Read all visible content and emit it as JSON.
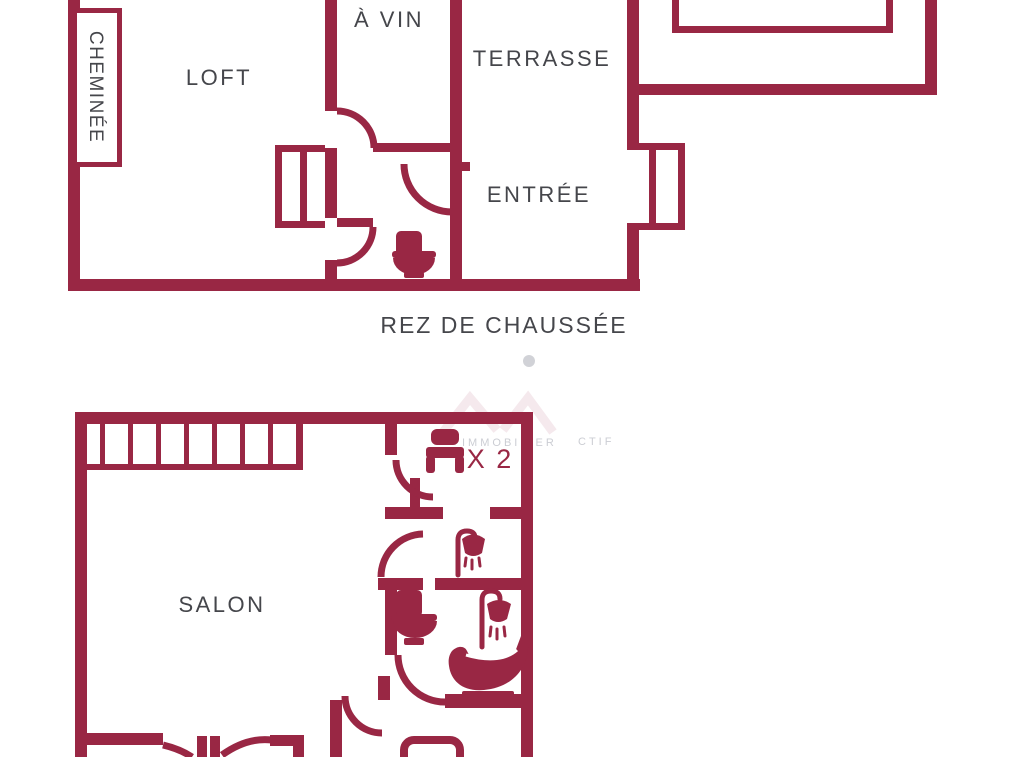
{
  "colors": {
    "wall": "#992744",
    "label": "#45464b",
    "caption": "#45464b",
    "watermark": "#bfc1c9",
    "watermark_pink": "#c9849b",
    "background": "#ffffff"
  },
  "ground_floor": {
    "caption": "REZ DE CHAUSSÉE",
    "room_labels": {
      "cheminee": "CHEMINÉE",
      "cave_a_vin": "À VIN",
      "loft": "LOFT",
      "terrasse": "TERRASSE",
      "entree": "ENTRÉE"
    }
  },
  "upper_floor": {
    "room_labels": {
      "salon": "SALON"
    },
    "bed_multiplier": "X 2"
  },
  "watermark": {
    "word1": "IMMOBILIER",
    "word2": "CTIF"
  },
  "icons": {
    "legend": [
      "toilet-icon",
      "bed-icon",
      "shower-icon",
      "bathtub-icon",
      "stairs",
      "door-arc",
      "window-symbol",
      "fireplace-box"
    ]
  }
}
